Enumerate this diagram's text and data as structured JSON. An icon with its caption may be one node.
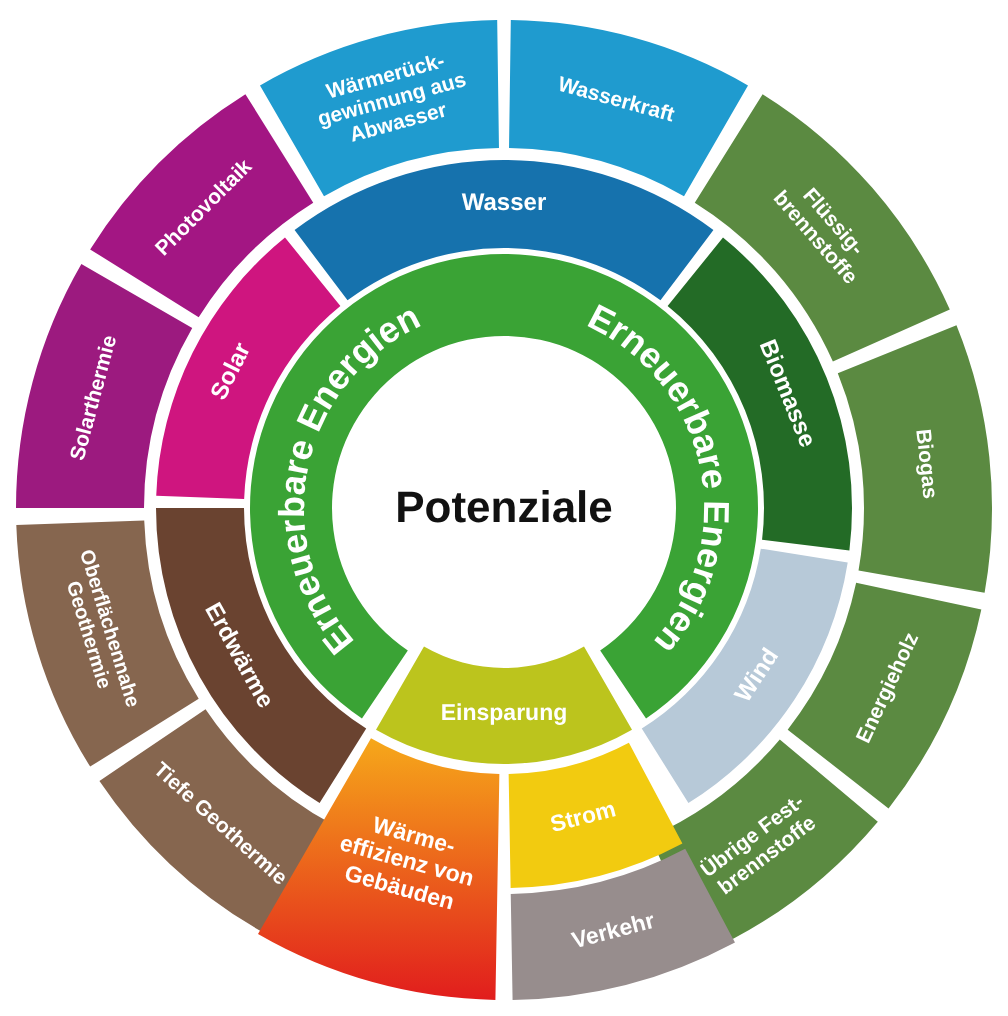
{
  "diagram": {
    "nodes": [
      {
        "text": [
          "Wärmerück- gewinnung aus Abwasser"
        ]
      },
      {
        "text": [
          "Wasserkraft"
        ]
      },
      {
        "text": [
          "Wasser"
        ]
      },
      {
        "text": [
          "Photovoltaik"
        ]
      },
      {
        "text": [
          "Flüssig- brennstoffe"
        ]
      },
      {
        "text": [
          "Solar"
        ]
      },
      {
        "text": [
          "Biomasse"
        ]
      },
      {
        "text": [
          "Erneuerbare Energien",
          "Erneuerbare Energien"
        ]
      },
      {
        "text": [
          "Solarthermie"
        ]
      },
      {
        "text": [
          "Biogas"
        ]
      },
      {
        "text": [
          "Potenziale"
        ]
      },
      {
        "text": [
          "Oberflächennahe Geothermie"
        ]
      },
      {
        "text": [
          "Erdwärme"
        ]
      },
      {
        "text": [
          "Wind"
        ]
      },
      {
        "text": [
          "Energieholz"
        ]
      },
      {
        "text": [
          "Einsparung"
        ]
      },
      {
        "text": [
          "Tiefe Geothermie"
        ]
      },
      {
        "text": [
          "Übrige Fest- brennstoffe"
        ]
      },
      {
        "text": [
          "Wärme- effizienz von Gebäuden"
        ]
      },
      {
        "text": [
          "Strom"
        ]
      },
      {
        "text": [
          "Verkehr"
        ]
      }
    ]
  }
}
